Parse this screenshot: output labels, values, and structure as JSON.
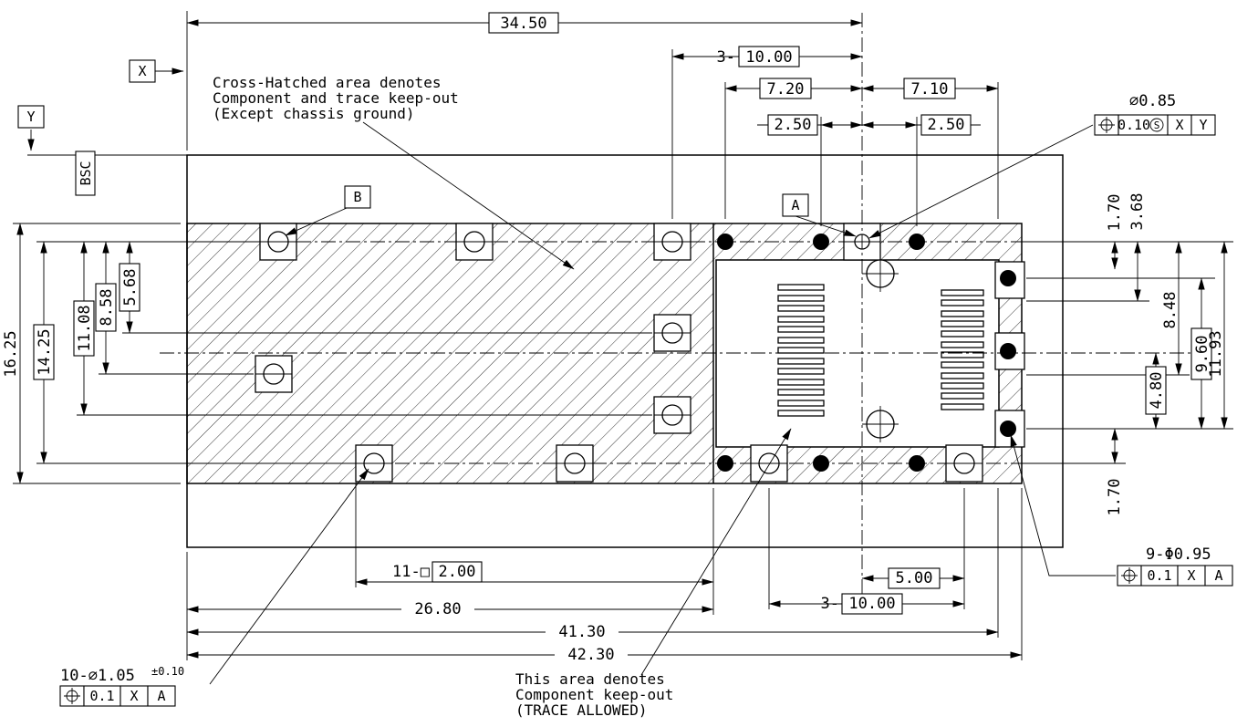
{
  "drawing": {
    "notes": {
      "hatch": [
        "Cross-Hatched area denotes",
        "Component and trace keep-out",
        "(Except chassis ground)"
      ],
      "keepout": [
        "This area denotes",
        "Component keep-out",
        "(TRACE ALLOWED)"
      ]
    },
    "datums": {
      "x": "X",
      "y": "Y",
      "a": "A",
      "b": "B",
      "bsc": "BSC"
    },
    "dims": {
      "overall_top": "34.50",
      "pitch_prefix": "3-",
      "pitch_top": "10.00",
      "span_left": "7.20",
      "span_right": "7.10",
      "offset_left": "2.50",
      "offset_right": "2.50",
      "h_total": "16.25",
      "h_holes": "14.25",
      "h_row4": "11.08",
      "h_row3": "8.58",
      "h_row2": "5.68",
      "r_off_top": "1.70",
      "r_368": "3.68",
      "r_848": "8.48",
      "r_960": "9.60",
      "r_1193": "11.93",
      "r_480": "4.80",
      "r_off_bot": "1.70",
      "sq_prefix": "11-□",
      "sq_size": "2.00",
      "w_keep": "26.80",
      "w_4130": "41.30",
      "w_4230": "42.30",
      "w_500": "5.00",
      "pitch_bot_prefix": "3-",
      "pitch_bot": "10.00"
    },
    "callouts": {
      "hole085": {
        "label": "⌀0.85",
        "symbol": "position-tolerance",
        "tol": "0.10",
        "mod": "S",
        "d1": "X",
        "d2": "Y"
      },
      "hole105": {
        "label": "10-⌀1.05",
        "tol_note": "±0.10",
        "symbol": "position-tolerance",
        "tol": "0.1",
        "d1": "X",
        "d2": "A"
      },
      "hole095": {
        "label": "9-Φ0.95",
        "symbol": "position-tolerance",
        "tol": "0.1",
        "d1": "X",
        "d2": "A"
      }
    }
  }
}
